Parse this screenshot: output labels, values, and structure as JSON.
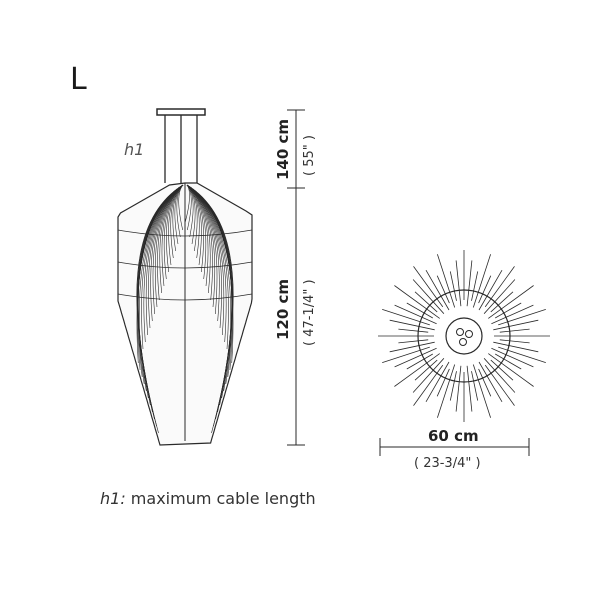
{
  "size_label": "L",
  "cable_label": "h1",
  "dimensions": {
    "cable": {
      "metric": "140 cm",
      "imperial": "( 55\" )"
    },
    "height": {
      "metric": "120 cm",
      "imperial": "( 47-1/4\" )"
    },
    "width": {
      "metric": "60 cm",
      "imperial": "( 23-3/4\" )"
    }
  },
  "footnote": {
    "key": "h1:",
    "text": " maximum cable length"
  },
  "colors": {
    "line": "#2a2a2a",
    "text": "#222222"
  }
}
